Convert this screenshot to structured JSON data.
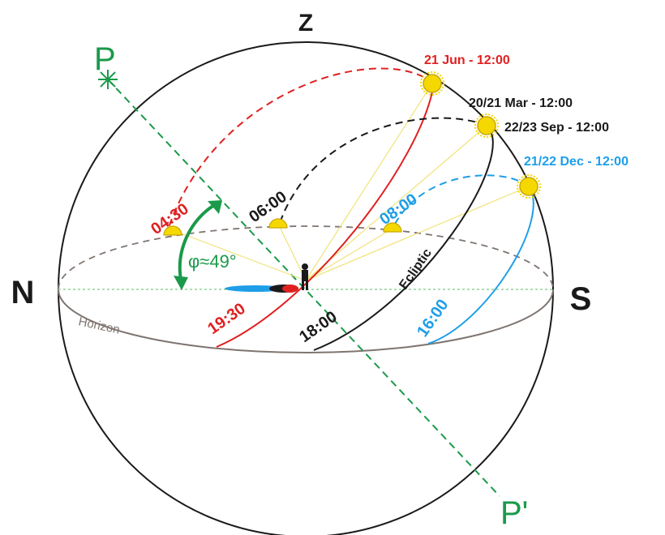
{
  "cardinals": {
    "zenith": "Z",
    "north": "N",
    "south": "S"
  },
  "pole": {
    "celestial_pole": "P",
    "opposite_pole": "P'"
  },
  "horizon_label": "Horizon",
  "latitude_label": "φ≈49°",
  "ecliptic_label": "Ecliptic",
  "dates": {
    "june": "21 Jun - 12:00",
    "march": "20/21 Mar - 12:00",
    "september": "22/23 Sep - 12:00",
    "december": "21/22 Dec - 12:00"
  },
  "times": {
    "june_rise": "04:30",
    "june_set": "19:30",
    "equinox_rise": "06:00",
    "equinox_set": "18:00",
    "december_rise": "08:00",
    "december_set": "16:00"
  },
  "colors": {
    "june": "#e02020",
    "equinox": "#1a1a1a",
    "december": "#1e9ee8",
    "pole_axis": "#1a9a4a",
    "sun": "#f5d800",
    "horizon": "#7f7570"
  },
  "icons": [
    "sun-icon",
    "observer-icon",
    "star-icon"
  ]
}
